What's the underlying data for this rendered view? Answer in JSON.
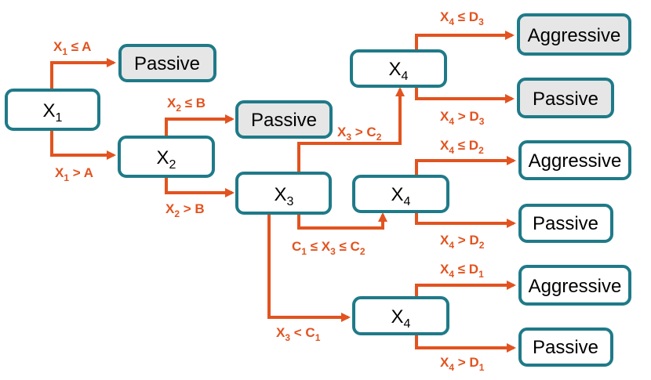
{
  "colors": {
    "node_border": "#1f7a88",
    "edge": "#e2531f",
    "leaf_shaded_fill": "#e6e6e6",
    "leaf_plain_fill": "#ffffff"
  },
  "nodes": {
    "x1": {
      "main": "X",
      "sub": "1"
    },
    "x2": {
      "main": "X",
      "sub": "2"
    },
    "x3": {
      "main": "X",
      "sub": "3"
    },
    "x4_top": {
      "main": "X",
      "sub": "4"
    },
    "x4_mid": {
      "main": "X",
      "sub": "4"
    },
    "x4_bot": {
      "main": "X",
      "sub": "4"
    },
    "leaf_passive_1": "Passive",
    "leaf_passive_2": "Passive",
    "leaf_aggressive_top": "Aggressive",
    "leaf_passive_top": "Passive",
    "leaf_aggressive_mid": "Aggressive",
    "leaf_passive_mid": "Passive",
    "leaf_aggressive_bot": "Aggressive",
    "leaf_passive_bot": "Passive"
  },
  "edges": {
    "x1_le_a": {
      "p1": "X",
      "s1": "1",
      "p2": " ≤ A"
    },
    "x1_gt_a": {
      "p1": "X",
      "s1": "1",
      "p2": " > A"
    },
    "x2_le_b": {
      "p1": "X",
      "s1": "2",
      "p2": " ≤ B"
    },
    "x2_gt_b": {
      "p1": "X",
      "s1": "2",
      "p2": " > B"
    },
    "x3_gt_c2": {
      "p1": "X",
      "s1": "3",
      "p2": " > C",
      "s2": "2"
    },
    "c1_le_x3_le_c2": {
      "p1": "C",
      "s1": "1",
      "p2": " ≤ X",
      "s2": "3",
      "p3": " ≤ C",
      "s3": "2"
    },
    "x3_lt_c1": {
      "p1": "X",
      "s1": "3",
      "p2": " < C",
      "s2": "1"
    },
    "x4_le_d3": {
      "p1": "X",
      "s1": "4",
      "p2": " ≤ D",
      "s2": "3"
    },
    "x4_gt_d3": {
      "p1": "X",
      "s1": "4",
      "p2": " > D",
      "s2": "3"
    },
    "x4_le_d2": {
      "p1": "X",
      "s1": "4",
      "p2": " ≤ D",
      "s2": "2"
    },
    "x4_gt_d2": {
      "p1": "X",
      "s1": "4",
      "p2": " > D",
      "s2": "2"
    },
    "x4_le_d1": {
      "p1": "X",
      "s1": "4",
      "p2": " ≤ D",
      "s2": "1"
    },
    "x4_gt_d1": {
      "p1": "X",
      "s1": "4",
      "p2": " > D",
      "s2": "1"
    }
  }
}
